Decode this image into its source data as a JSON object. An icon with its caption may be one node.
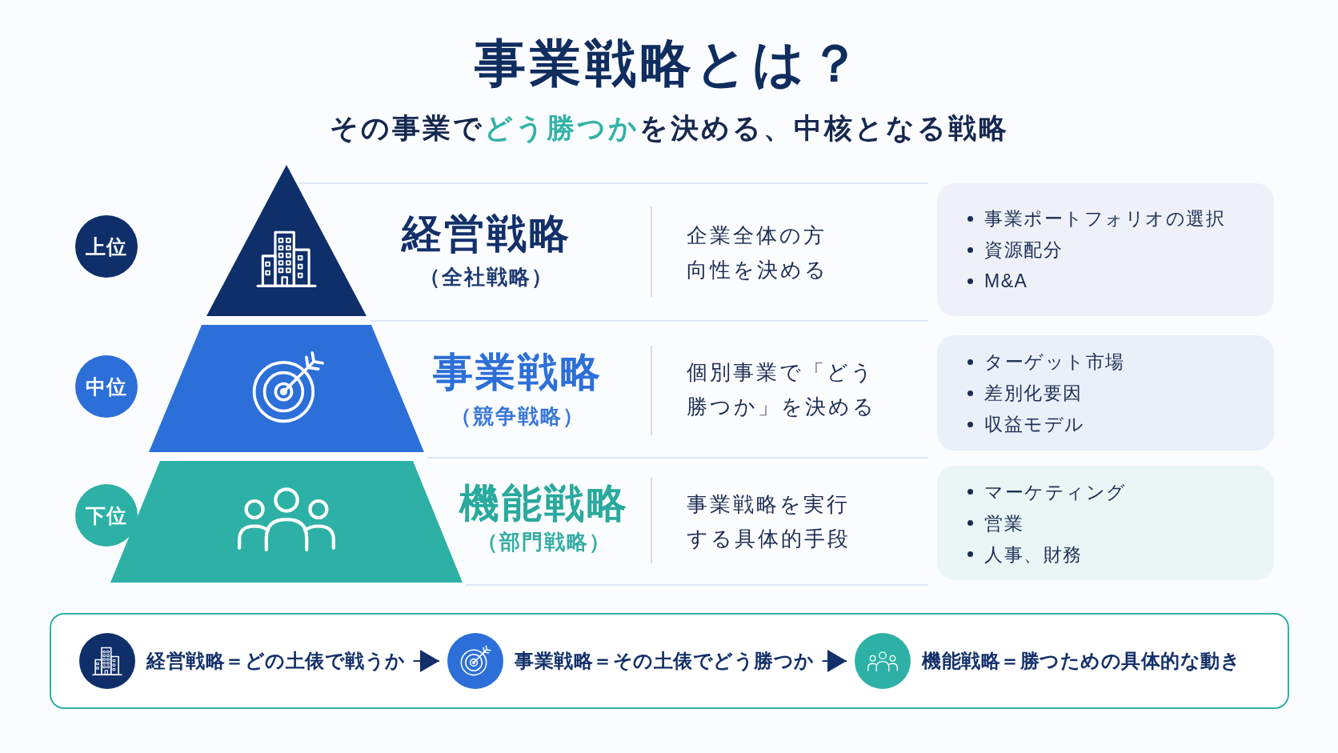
{
  "diagram": {
    "title": "事業戦略とは？",
    "nodes": [
      {
        "text": [
          "上位"
        ]
      },
      {
        "text": [
          "経営戦略",
          "（全社戦略）"
        ],
        "beside": [
          "企業全体の方向性を決める"
        ]
      },
      {
        "text": [
          "事業ポートフォリオの選択",
          "資源配分",
          "M&A"
        ]
      },
      {
        "text": [
          "中位"
        ]
      },
      {
        "text": [
          "事業戦略",
          "（競争戦略）"
        ],
        "beside": [
          "個別事業で「どう勝つか」を決める"
        ]
      },
      {
        "text": [
          "ターゲット市場",
          "差別化要因",
          "収益モデル"
        ]
      },
      {
        "text": [
          "下位"
        ]
      },
      {
        "text": [
          "機能戦略",
          "（部門戦略）"
        ],
        "beside": [
          "事業戦略を実行する具体的手段"
        ]
      },
      {
        "text": [
          "マーケティング",
          "営業",
          "人事、財務"
        ]
      },
      {
        "text": [],
        "shape": "box"
      },
      {
        "text": [
          "経営戦略＝どの土俵で戦うか"
        ],
        "in": 9
      },
      {
        "text": [
          "事業戦略＝その土俵でどう勝つか"
        ],
        "in": 9
      },
      {
        "text": [
          "機能戦略＝勝つための具体的な動き"
        ],
        "in": 9
      }
    ],
    "edges": [
      {
        "from": 10,
        "to": 11,
        "arrow": "to"
      },
      {
        "from": 11,
        "to": 12,
        "arrow": "to"
      }
    ],
    "labels": [
      "その事業で**どう勝つか**を決める、中核となる戦略"
    ]
  }
}
